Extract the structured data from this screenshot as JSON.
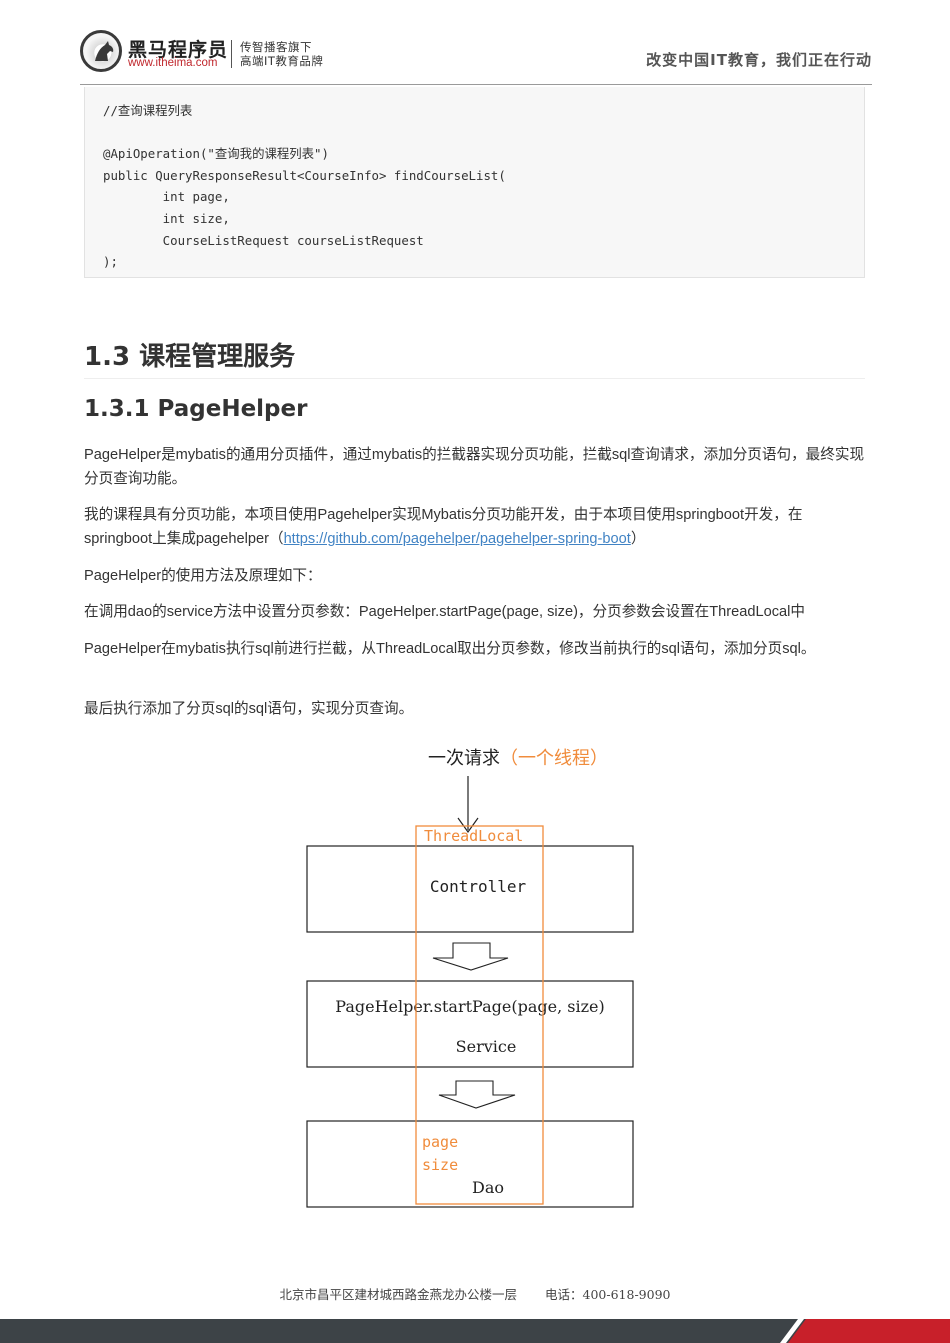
{
  "header": {
    "brand_name": "黑马程序员",
    "brand_url": "www.itheima.com",
    "tagline_line1": "传智播客旗下",
    "tagline_line2": "高端IT教育品牌",
    "slogan": "改变中国IT教育，我们正在行动"
  },
  "code": "//查询课程列表\n\n@ApiOperation(\"查询我的课程列表\")\npublic QueryResponseResult<CourseInfo> findCourseList(\n        int page,\n        int size,\n        CourseListRequest courseListRequest\n);",
  "section": {
    "h2": "1.3 课程管理服务",
    "h3": "1.3.1 PageHelper"
  },
  "paragraphs": {
    "p1": "PageHelper是mybatis的通用分页插件，通过mybatis的拦截器实现分页功能，拦截sql查询请求，添加分页语句，最终实现分页查询功能。",
    "p2_before": "我的课程具有分页功能，本项目使用Pagehelper实现Mybatis分页功能开发，由于本项目使用springboot开发，在springboot上集成pagehelper（",
    "p2_link": "https://github.com/pagehelper/pagehelper-spring-boot",
    "p2_after": "）",
    "p3": "PageHelper的使用方法及原理如下：",
    "p4": "在调用dao的service方法中设置分页参数：PageHelper.startPage(page, size)，分页参数会设置在ThreadLocal中",
    "p5": "PageHelper在mybatis执行sql前进行拦截，从ThreadLocal取出分页参数，修改当前执行的sql语句，添加分页sql。",
    "p6": "最后执行添加了分页sql的sql语句，实现分页查询。"
  },
  "diagram": {
    "request_label": "一次请求",
    "thread_label": "（一个线程）",
    "threadlocal_label": "ThreadLocal",
    "controller_label": "Controller",
    "pagehelper_call": "PageHelper.startPage(page, size)",
    "service_label": "Service",
    "page_label": "page",
    "size_label": "size",
    "dao_label": "Dao",
    "highlight_color": "#f08c3c"
  },
  "footer": {
    "address": "北京市昌平区建材城西路金燕龙办公楼一层",
    "phone": "电话：400-618-9090",
    "bar_color": "#3d4347",
    "accent_color": "#c8202a"
  }
}
